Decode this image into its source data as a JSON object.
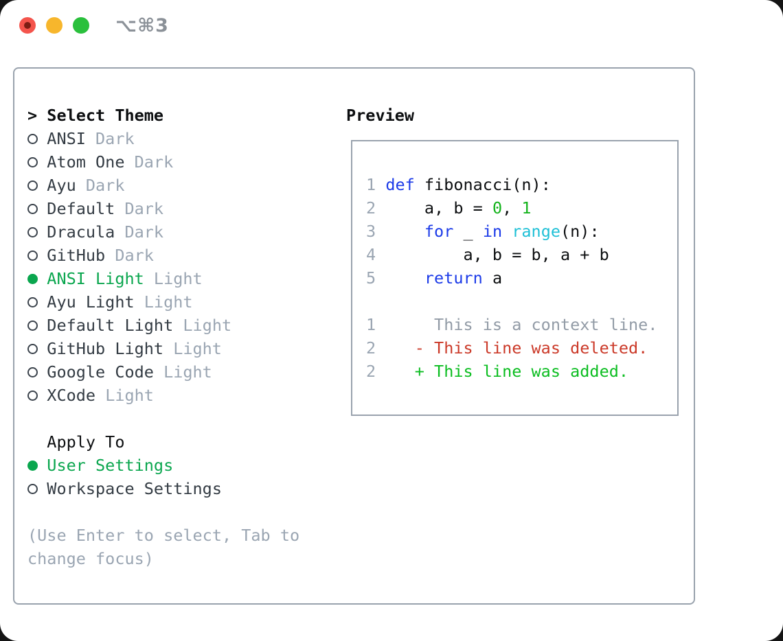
{
  "window": {
    "shortcut_label": "⌥⌘3",
    "traffic_buttons": [
      "close",
      "minimize",
      "zoom"
    ]
  },
  "colors": {
    "border": "#99a2ad",
    "gray": "#9aa5b2",
    "ctx": "#929ba6",
    "dark": "#333b43",
    "black": "#0c0e10",
    "ring": "#3b434c",
    "blue": "#1c3be8",
    "cyan": "#1fc0d6",
    "green-num": "#14b31c",
    "green-sel": "#0aa64e",
    "green-add": "#0bbd20",
    "red-del": "#cb3928",
    "shortcut": "#8b9198",
    "traffic-red": "#f4544c",
    "traffic-red-dot": "#7c1d13",
    "traffic-yellow": "#f7b62c",
    "traffic-green": "#2ac03c"
  },
  "theme_panel": {
    "prompt": ">",
    "title": "Select Theme",
    "items": [
      {
        "name": "ANSI",
        "variant": "Dark",
        "selected": false
      },
      {
        "name": "Atom One",
        "variant": "Dark",
        "selected": false
      },
      {
        "name": "Ayu",
        "variant": "Dark",
        "selected": false
      },
      {
        "name": "Default",
        "variant": "Dark",
        "selected": false
      },
      {
        "name": "Dracula",
        "variant": "Dark",
        "selected": false
      },
      {
        "name": "GitHub",
        "variant": "Dark",
        "selected": false
      },
      {
        "name": "ANSI Light",
        "variant": "Light",
        "selected": true
      },
      {
        "name": "Ayu Light",
        "variant": "Light",
        "selected": false
      },
      {
        "name": "Default Light",
        "variant": "Light",
        "selected": false
      },
      {
        "name": "GitHub Light",
        "variant": "Light",
        "selected": false
      },
      {
        "name": "Google Code",
        "variant": "Light",
        "selected": false
      },
      {
        "name": "XCode",
        "variant": "Light",
        "selected": false
      }
    ],
    "apply_to": {
      "title": "Apply To",
      "options": [
        {
          "label": "User Settings",
          "selected": true
        },
        {
          "label": "Workspace Settings",
          "selected": false
        }
      ]
    },
    "help": "(Use Enter to select, Tab to\nchange focus)"
  },
  "preview": {
    "title": "Preview",
    "code_lines": [
      {
        "num": "1",
        "segs": [
          {
            "c": "plain",
            "t": " "
          },
          {
            "c": "kw",
            "t": "def"
          },
          {
            "c": "plain",
            "t": " fibonacci(n):"
          }
        ]
      },
      {
        "num": "2",
        "segs": [
          {
            "c": "plain",
            "t": "     a, b = "
          },
          {
            "c": "numlit",
            "t": "0"
          },
          {
            "c": "plain",
            "t": ", "
          },
          {
            "c": "numlit",
            "t": "1"
          }
        ]
      },
      {
        "num": "3",
        "segs": [
          {
            "c": "plain",
            "t": "     "
          },
          {
            "c": "kw",
            "t": "for"
          },
          {
            "c": "plain",
            "t": " _ "
          },
          {
            "c": "kw",
            "t": "in"
          },
          {
            "c": "plain",
            "t": " "
          },
          {
            "c": "fn",
            "t": "range"
          },
          {
            "c": "plain",
            "t": "(n):"
          }
        ]
      },
      {
        "num": "4",
        "segs": [
          {
            "c": "plain",
            "t": "         a, b = b, a + b"
          }
        ]
      },
      {
        "num": "5",
        "segs": [
          {
            "c": "plain",
            "t": "     "
          },
          {
            "c": "kw",
            "t": "return"
          },
          {
            "c": "plain",
            "t": " a"
          }
        ]
      }
    ],
    "diff_lines": [
      {
        "num": "1",
        "segs": [
          {
            "c": "ctx",
            "t": "      This is a context line."
          }
        ]
      },
      {
        "num": "2",
        "segs": [
          {
            "c": "del",
            "t": "    - This line was deleted."
          }
        ]
      },
      {
        "num": "2",
        "segs": [
          {
            "c": "add",
            "t": "    + This line was added."
          }
        ]
      }
    ]
  }
}
